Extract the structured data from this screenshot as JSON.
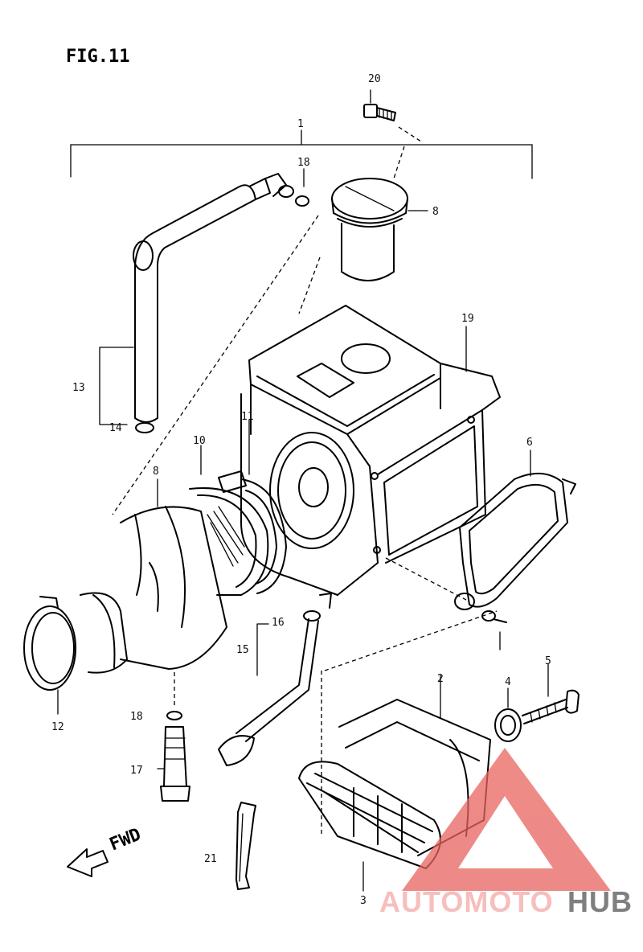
{
  "figure": {
    "title": "FIG.11"
  },
  "callouts": [
    {
      "id": "1",
      "label": "1"
    },
    {
      "id": "2",
      "label": "2"
    },
    {
      "id": "3",
      "label": "3"
    },
    {
      "id": "4",
      "label": "4"
    },
    {
      "id": "5",
      "label": "5"
    },
    {
      "id": "6",
      "label": "6"
    },
    {
      "id": "8a",
      "label": "8"
    },
    {
      "id": "8b",
      "label": "8"
    },
    {
      "id": "10",
      "label": "10"
    },
    {
      "id": "11",
      "label": "11"
    },
    {
      "id": "12",
      "label": "12"
    },
    {
      "id": "13",
      "label": "13"
    },
    {
      "id": "14",
      "label": "14"
    },
    {
      "id": "15",
      "label": "15"
    },
    {
      "id": "16",
      "label": "16"
    },
    {
      "id": "17",
      "label": "17"
    },
    {
      "id": "18a",
      "label": "18"
    },
    {
      "id": "18b",
      "label": "18"
    },
    {
      "id": "19",
      "label": "19"
    },
    {
      "id": "20",
      "label": "20"
    },
    {
      "id": "21",
      "label": "21"
    }
  ],
  "direction": {
    "label": "FWD"
  },
  "watermark": {
    "part1": "AUTOMOTO",
    "part2": "HUB",
    "color1": "#f3a9a6",
    "color2": "#555555"
  },
  "colors": {
    "line": "#000000",
    "background": "#ffffff",
    "watermark_triangle": "#e8645f"
  }
}
